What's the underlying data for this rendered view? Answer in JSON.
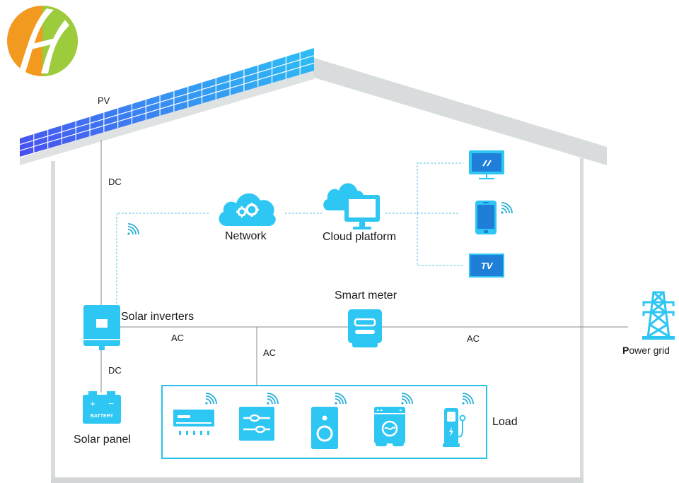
{
  "diagram": {
    "title": "Home solar PV system diagram",
    "colors": {
      "accent": "#29c3f0",
      "accent_dark": "#1b7fd6",
      "panel_blue_start": "#4f4ff0",
      "panel_blue_end": "#2fb6f5",
      "wall_gray": "#d9dcdd",
      "line_gray": "#8a8a8a",
      "dashed_line": "#7fd0e6",
      "logo_orange": "#f29a1f",
      "logo_green": "#8cc63f"
    },
    "labels": {
      "pv": "PV",
      "dc_top": "DC",
      "network": "Network",
      "cloud_platform": "Cloud platform",
      "solar_inverters": "Solar inverters",
      "ac_left": "AC",
      "smart_meter": "Smart meter",
      "ac_middle": "AC",
      "ac_right": "AC",
      "power_grid_initial": "P",
      "power_grid_rest": "ower grid",
      "dc_bottom": "DC",
      "solar_panel": "Solar panel",
      "battery_text": "BATTERY",
      "battery_plus": "+",
      "battery_minus": "−",
      "load": "Load",
      "tv": "TV"
    },
    "nodes": [
      {
        "id": "pv-array",
        "label": "PV",
        "icon": "solar-panel-icon"
      },
      {
        "id": "inverter",
        "label": "Solar inverters",
        "icon": "inverter-icon"
      },
      {
        "id": "battery",
        "label": "Solar panel",
        "icon": "battery-icon"
      },
      {
        "id": "network",
        "label": "Network",
        "icon": "cloud-gears-icon"
      },
      {
        "id": "cloud",
        "label": "Cloud platform",
        "icon": "cloud-monitor-icon"
      },
      {
        "id": "smart-meter",
        "label": "Smart meter",
        "icon": "meter-icon"
      },
      {
        "id": "power-grid",
        "label": "Power grid",
        "icon": "transmission-tower-icon"
      },
      {
        "id": "load",
        "label": "Load",
        "icon": "load-group"
      }
    ],
    "clients": [
      {
        "name": "monitor",
        "icon": "monitor-icon"
      },
      {
        "name": "phone",
        "icon": "smartphone-icon"
      },
      {
        "name": "tv",
        "icon": "tv-icon",
        "text": "TV"
      }
    ],
    "loads": [
      {
        "name": "air-conditioner",
        "icon": "air-conditioner-icon",
        "wireless": true
      },
      {
        "name": "controller",
        "icon": "slider-controls-icon",
        "wireless": true
      },
      {
        "name": "speaker",
        "icon": "speaker-icon",
        "wireless": true
      },
      {
        "name": "washing-machine",
        "icon": "washing-machine-icon",
        "wireless": true
      },
      {
        "name": "ev-charger",
        "icon": "ev-charger-icon",
        "wireless": true
      }
    ],
    "connections": [
      {
        "from": "pv-array",
        "to": "inverter",
        "type": "DC"
      },
      {
        "from": "inverter",
        "to": "battery",
        "type": "DC"
      },
      {
        "from": "inverter",
        "to": "smart-meter",
        "type": "AC"
      },
      {
        "from": "inverter",
        "to": "load",
        "type": "AC"
      },
      {
        "from": "smart-meter",
        "to": "power-grid",
        "type": "AC"
      },
      {
        "from": "inverter",
        "to": "network",
        "type": "wireless"
      },
      {
        "from": "network",
        "to": "cloud",
        "type": "wireless"
      },
      {
        "from": "cloud",
        "to": "monitor",
        "type": "wireless"
      },
      {
        "from": "cloud",
        "to": "phone",
        "type": "wireless"
      },
      {
        "from": "cloud",
        "to": "tv",
        "type": "wireless"
      }
    ]
  }
}
